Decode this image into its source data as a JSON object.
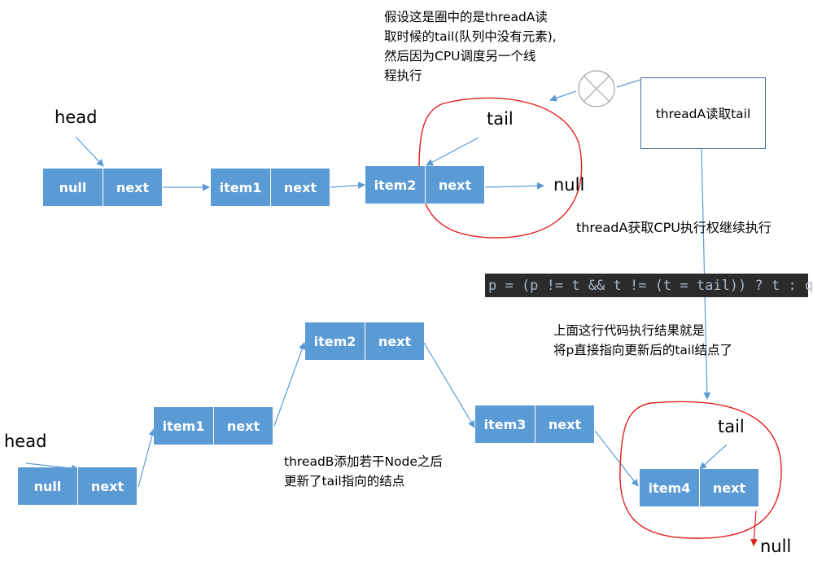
{
  "top_list": {
    "head_label": "head",
    "tail_label": "tail",
    "null_label": "null",
    "nodes": [
      {
        "value": "null",
        "next": "next"
      },
      {
        "value": "item1",
        "next": "next"
      },
      {
        "value": "item2",
        "next": "next"
      }
    ]
  },
  "bottom_list": {
    "head_label": "head",
    "tail_label": "tail",
    "null_label": "null",
    "nodes": [
      {
        "value": "null",
        "next": "next"
      },
      {
        "value": "item1",
        "next": "next"
      },
      {
        "value": "item2",
        "next": "next"
      },
      {
        "value": "item3",
        "next": "next"
      },
      {
        "value": "item4",
        "next": "next"
      }
    ]
  },
  "notes": {
    "top_note": [
      "假设这是圈中的是threadA读",
      "取时候的tail(队列中没有元素),",
      "然后因为CPU调度另一个线",
      "程执行"
    ],
    "threadA_box": "threadA读取tail",
    "threadA_resume": "threadA获取CPU执行权继续执行",
    "result_note": [
      "上面这行代码执行结果就是",
      "将p直接指向更新后的tail结点了"
    ],
    "threadB_note": [
      "threadB添加若干Node之后",
      "更新了tail指向的结点"
    ]
  },
  "code_line": "p = (p != t && t != (t = tail)) ? t : q",
  "colors": {
    "node_fill": "#5b9bd5",
    "arrow": "#5b9bd5",
    "highlight_circle": "#e02020",
    "code_bg": "#2b2b2b"
  }
}
